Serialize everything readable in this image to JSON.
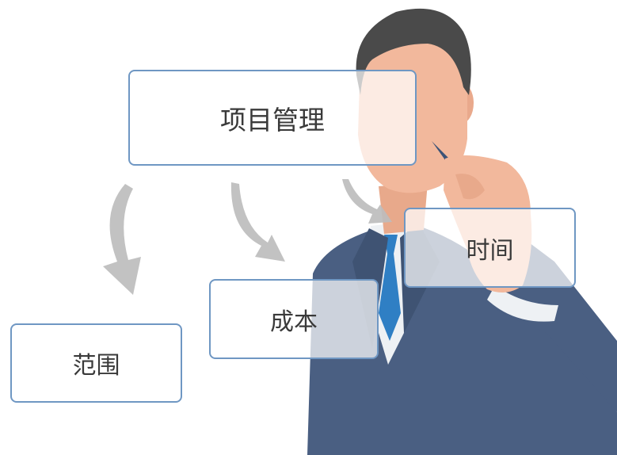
{
  "diagram": {
    "root": {
      "label": "项目管理"
    },
    "children": [
      {
        "id": "time",
        "label": "时间"
      },
      {
        "id": "cost",
        "label": "成本"
      },
      {
        "id": "scope",
        "label": "范围"
      }
    ],
    "colors": {
      "box_border": "#6f97c3",
      "arrow": "#bdbdbd",
      "suit": "#4a5f82",
      "tie": "#2f7fc4",
      "skin": "#f2b89c",
      "hair": "#4a4a4a"
    }
  }
}
